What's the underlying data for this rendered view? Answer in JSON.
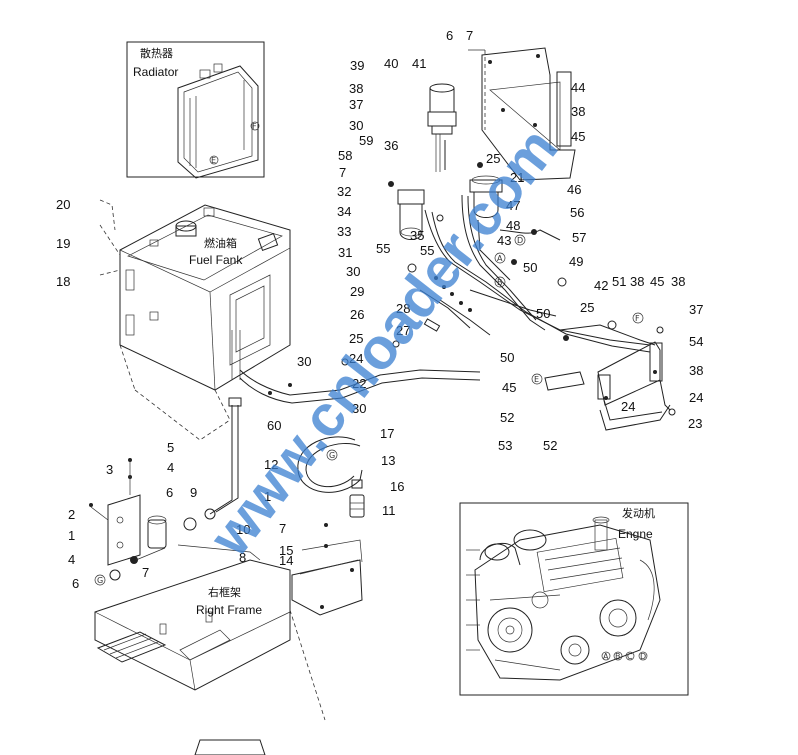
{
  "insets": {
    "radiator": {
      "cn": "散热器",
      "en": "Radiator"
    },
    "engine": {
      "cn": "发动机",
      "en": "Engne"
    }
  },
  "captions": {
    "fuel_tank": {
      "cn": "燃油箱",
      "en": "Fuel Fank"
    },
    "right_frame": {
      "cn": "右框架",
      "en": "Right Frame"
    }
  },
  "watermark": "www.cnloader.com",
  "callouts": [
    "6",
    "7",
    "39",
    "40",
    "41",
    "44",
    "38",
    "38",
    "37",
    "45",
    "30",
    "36",
    "59",
    "58",
    "25",
    "7",
    "21",
    "46",
    "32",
    "47",
    "34",
    "48",
    "56",
    "33",
    "35",
    "43",
    "57",
    "55",
    "55",
    "31",
    "50",
    "49",
    "30",
    "29",
    "28",
    "27",
    "26",
    "25",
    "24",
    "50",
    "50",
    "25",
    "42",
    "51",
    "38",
    "45",
    "38",
    "37",
    "54",
    "38",
    "45",
    "52",
    "53",
    "52",
    "24",
    "24",
    "23",
    "22",
    "30",
    "30",
    "60",
    "20",
    "19",
    "18",
    "17",
    "13",
    "12",
    "1",
    "16",
    "11",
    "10",
    "9",
    "8",
    "6",
    "7",
    "5",
    "4",
    "3",
    "2",
    "1",
    "4",
    "6",
    "7",
    "15",
    "14"
  ]
}
